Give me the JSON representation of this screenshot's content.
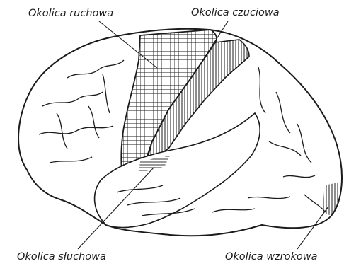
{
  "labels": {
    "motor": "Okolica ruchowa",
    "sensory": "Okolica czuciowa",
    "auditory": "Okolica słuchowa",
    "visual": "Okolica wzrokowa"
  },
  "colors": {
    "ink": "#1b1b1b",
    "paper": "#ffffff"
  }
}
